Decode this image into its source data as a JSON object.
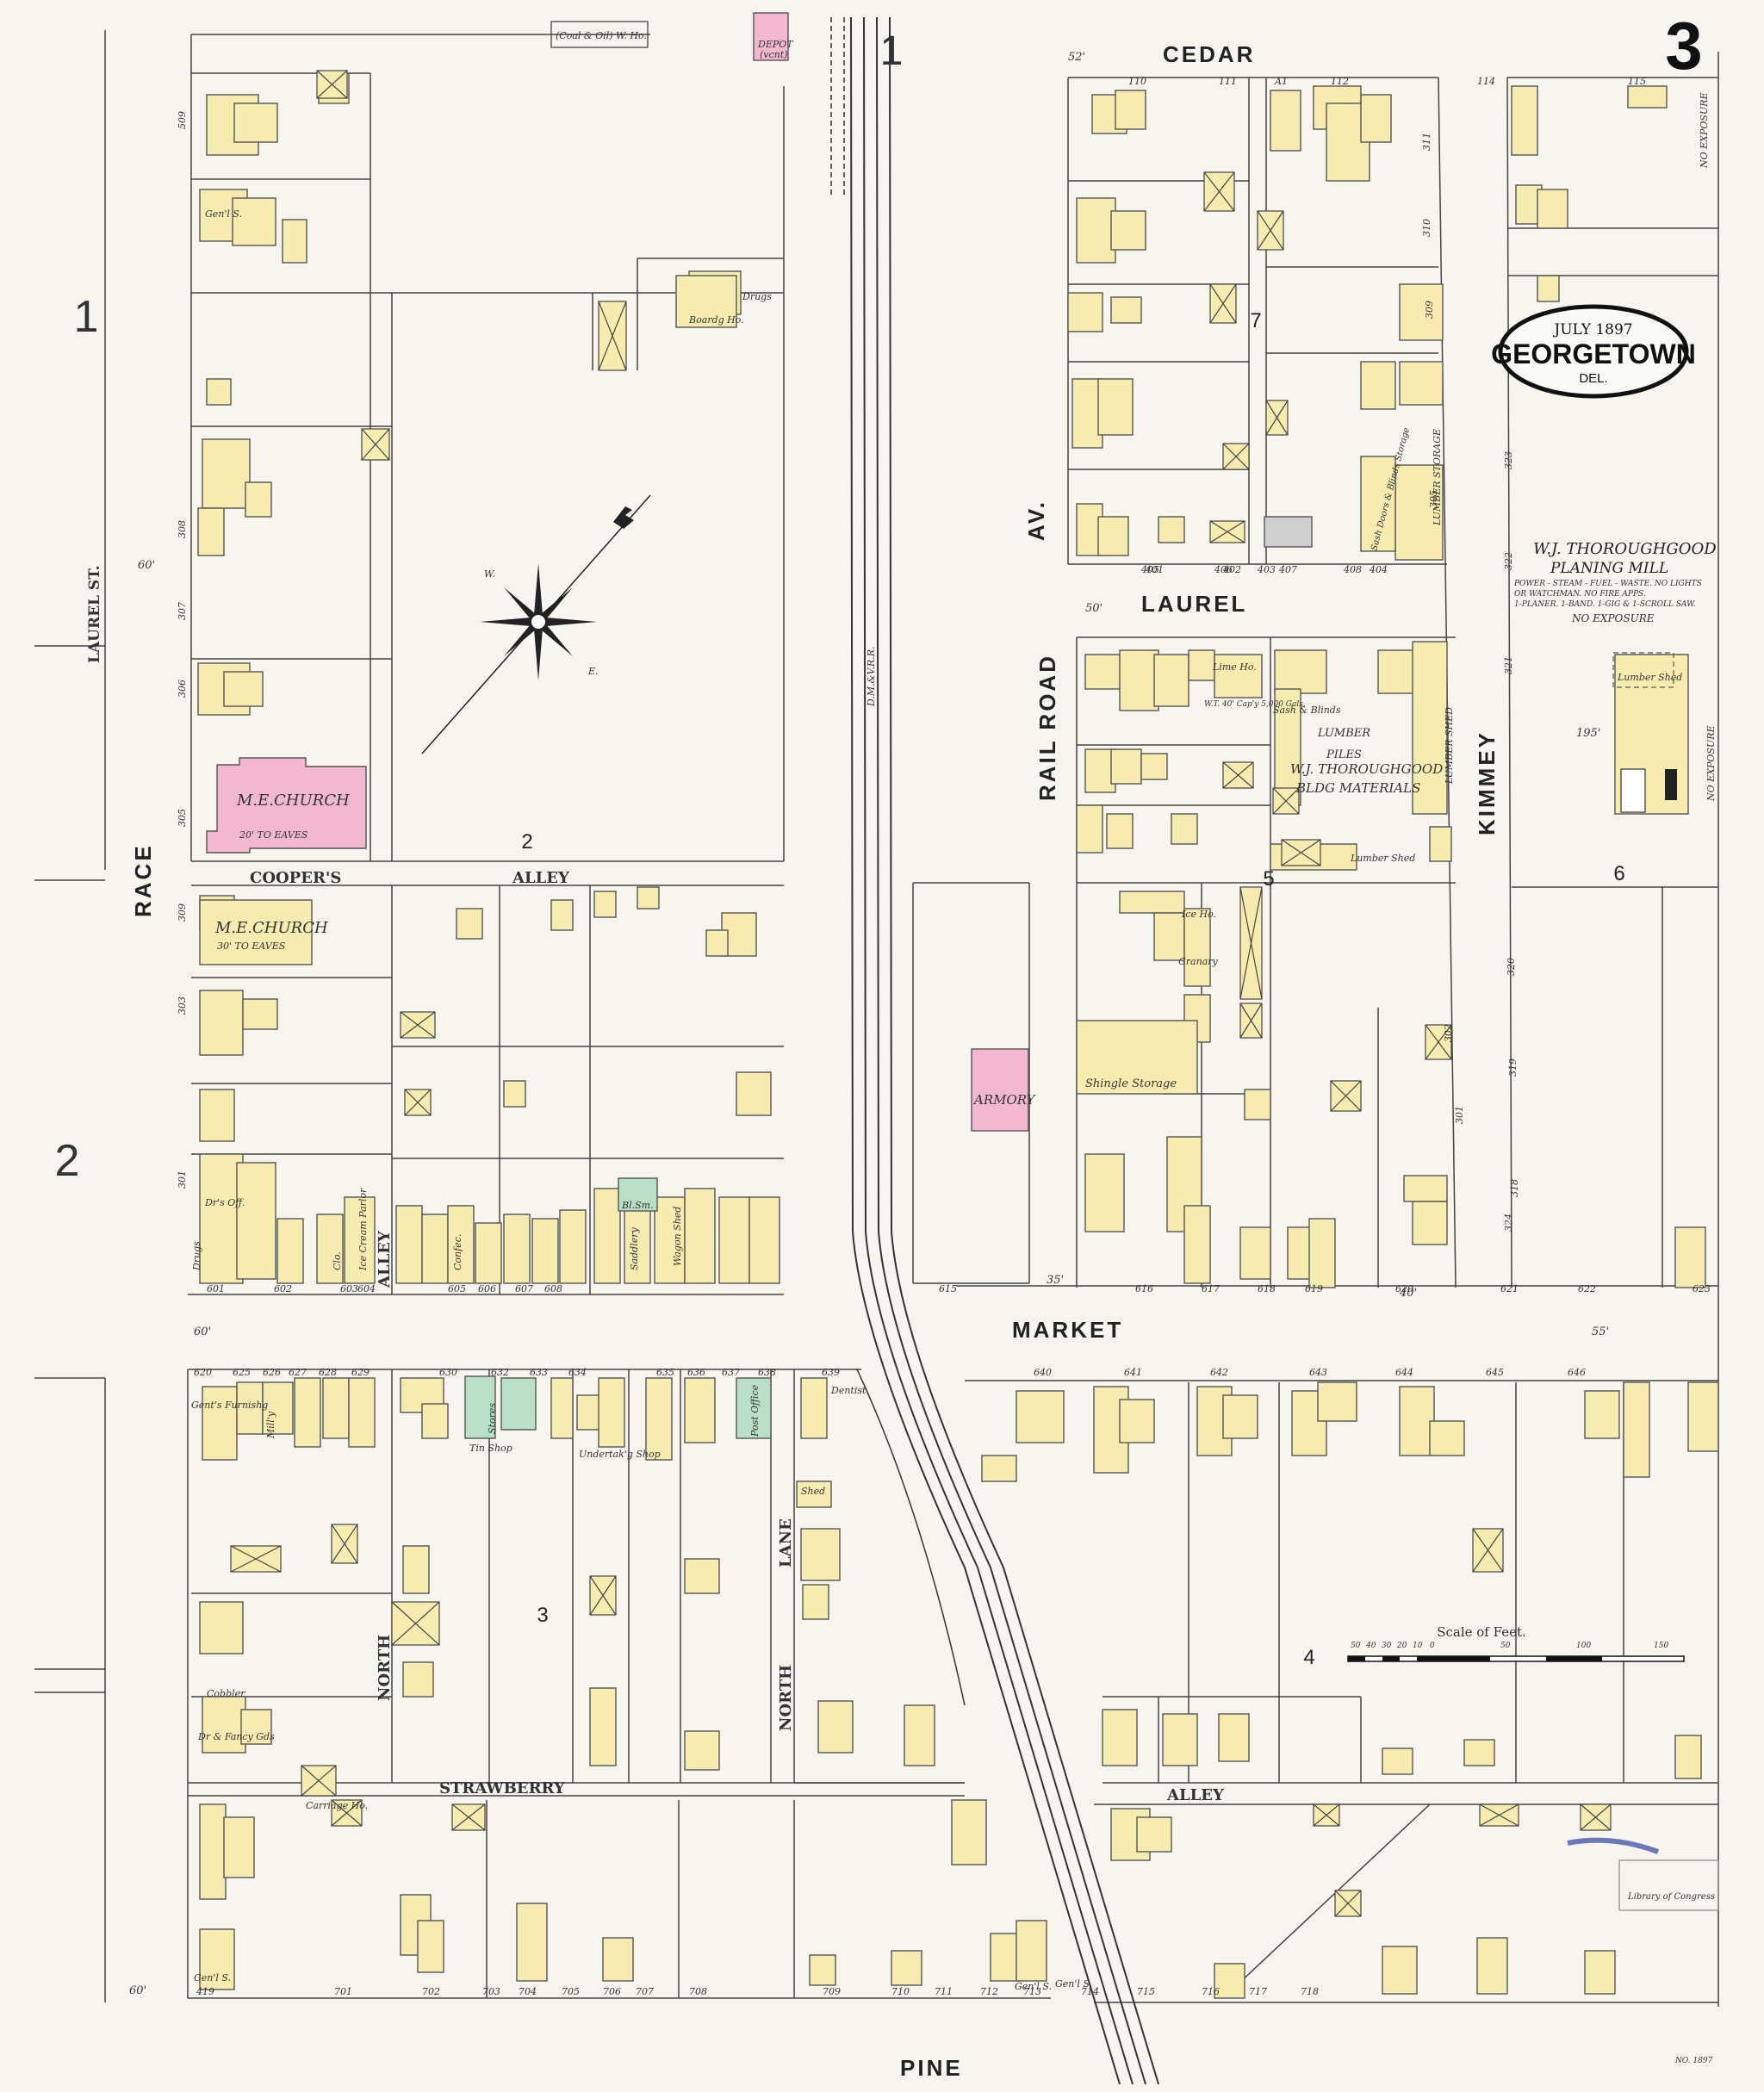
{
  "sheet_number": "3",
  "cartouche": {
    "date": "JULY 1897",
    "town": "GEORGETOWN",
    "state": "DEL."
  },
  "section_numbers": [
    "1",
    "2"
  ],
  "streets": {
    "cedar": "CEDAR",
    "laurel": "LAUREL",
    "market": "MARKET",
    "pine": "PINE",
    "race": "RACE",
    "kimmey": "KIMMEY",
    "railroad_av": "RAIL ROAD",
    "av": "AV.",
    "laurel_st": "LAUREL ST.",
    "coopers": "COOPER'S",
    "alley_top": "ALLEY",
    "alley_left": "ALLEY",
    "alley_bottom": "ALLEY",
    "strawberry": "STRAWBERRY",
    "north_lane": "NORTH",
    "north_lane2": "NORTH",
    "lane": "LANE",
    "rail_line": "D.M.&V.R.R."
  },
  "block_numbers": [
    "1",
    "2",
    "3",
    "4",
    "5",
    "6",
    "7"
  ],
  "landmarks": {
    "me_church_top": "M.E.CHURCH",
    "me_church_top_note": "20' TO EAVES",
    "me_church_bottom": "M.E.CHURCH",
    "me_church_bottom_note": "30' TO EAVES",
    "armory": "ARMORY",
    "depot": "DEPOT",
    "depot_note": "(vcnt)",
    "coal_house": "(Coal & Oil) W. Ho.",
    "boarding_house": "Boardg Ho.",
    "drugs": "Drugs",
    "planing_mill_title": "W.J. THOROUGHGOOD",
    "planing_mill_sub": "PLANING MILL",
    "planing_mill_note1": "POWER - STEAM - FUEL - WASTE. NO LIGHTS",
    "planing_mill_note2": "OR WATCHMAN. NO FIRE APPS.",
    "planing_mill_note3": "1-PLANER. 1-BAND. 1-GIG & 1-SCROLL SAW.",
    "no_exposure_1": "NO EXPOSURE",
    "no_exposure_2": "NO EXPOSURE",
    "no_exposure_3": "NO EXPOSURE",
    "lumber_shed": "Lumber Shed",
    "lumber": "LUMBER",
    "piles": "PILES",
    "bldg_materials_1": "W.J. THOROUGHGOOD",
    "bldg_materials_2": "BLDG MATERIALS",
    "lumber_shed_2": "LUMBER SHED",
    "lumber_shed_3": "Lumber Shed",
    "lumber_storage": "LUMBER STORAGE",
    "sash_blinds": "Sash & Blinds",
    "sash_doors": "Sash Doors & Blinds Storage",
    "lime_ho": "Lime Ho.",
    "shingle_storage": "Shingle Storage",
    "granary": "Granary",
    "ice": "Ice Ho.",
    "tank": "W.T. 40' Cap'y 5,000 Gals.",
    "gen_s_1": "Gen'l S.",
    "gen_s_2": "Gen'l S.",
    "gen_s_3": "Gen'l S.",
    "drugs2": "Drugs",
    "drs_off": "Dr's Off.",
    "clo": "Clo.",
    "ice_cream": "Ice Cream Parlor",
    "confec": "Confec.",
    "saddlery": "Saddlery",
    "wagon_shed": "Wagon Shed",
    "bl_sm": "Bl.Sm.",
    "gents_furnishing": "Gent's Furnishg",
    "milly": "Mill'y",
    "stores": "Stores",
    "tin_shop": "Tin Shop",
    "undertaking": "Undertak'g Shop",
    "post_office": "Post Office",
    "cobbler": "Cobbler",
    "carriage": "Carriage Ho.",
    "dentist": "Dentist",
    "shed": "Shed",
    "d_fancy": "Dr & Fancy Gds",
    "gen_s_4": "Gen'l S.",
    "compass_w": "W.",
    "compass_e": "E."
  },
  "scale": {
    "title": "Scale of Feet.",
    "ticks": [
      "50",
      "40",
      "30",
      "20",
      "10",
      "0",
      "50",
      "100",
      "150"
    ]
  },
  "house_numbers": {
    "cedar": [
      "110",
      "111",
      "112",
      "114",
      "115",
      "A1"
    ],
    "laurel": [
      "401",
      "402",
      "403",
      "404",
      "405",
      "406",
      "407",
      "408"
    ],
    "market_n": [
      "601",
      "602",
      "603",
      "604",
      "605",
      "606",
      "607",
      "608",
      "615",
      "616",
      "617",
      "618",
      "619",
      "620",
      "621",
      "622",
      "623"
    ],
    "market_s": [
      "620",
      "625",
      "626",
      "627",
      "628",
      "629",
      "630",
      "632",
      "633",
      "634",
      "635",
      "636",
      "637",
      "638",
      "639",
      "640",
      "641",
      "642",
      "643",
      "644",
      "645",
      "646"
    ],
    "pine": [
      "419",
      "701",
      "702",
      "703",
      "704",
      "705",
      "706",
      "707",
      "708",
      "709",
      "710",
      "711",
      "712",
      "713",
      "714",
      "715",
      "716",
      "717",
      "718"
    ],
    "race_w": [
      "509",
      "308",
      "307",
      "306",
      "305",
      "309",
      "303",
      "301"
    ],
    "kimmey": [
      "311",
      "310",
      "309",
      "305",
      "302",
      "301",
      "324",
      "323",
      "322",
      "321",
      "320",
      "319",
      "318"
    ]
  },
  "widths": {
    "w60": "60'",
    "w50": "50'",
    "w52": "52'",
    "w40": "40'",
    "w35": "35'",
    "w55": "55'",
    "w195": "195'"
  },
  "stamp": "Library of Congress",
  "corner_note": "NO. 1897"
}
